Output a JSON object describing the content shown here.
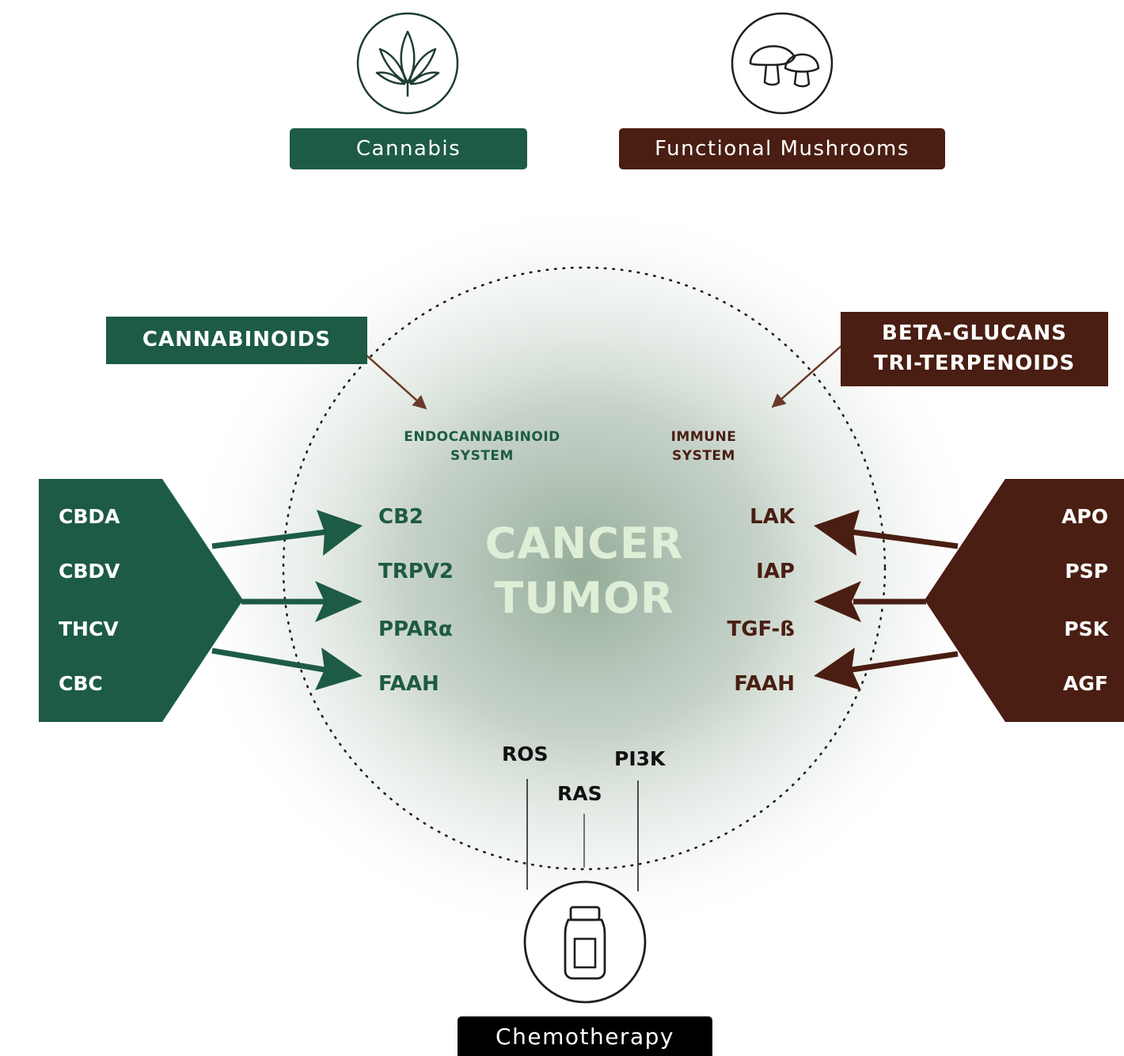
{
  "sources": {
    "cannabis": {
      "label": "Cannabis",
      "icon": "cannabis-leaf-icon",
      "color": "#1d5b45"
    },
    "mushrooms": {
      "label": "Functional Mushrooms",
      "icon": "mushroom-icon",
      "color": "#4a1e12"
    }
  },
  "compound_classes": {
    "left": "CANNABINOIDS",
    "right_lines": [
      "BETA-GLUCANS",
      "TRI-TERPENOIDS"
    ]
  },
  "systems": {
    "left_lines": [
      "ENDOCANNABINOID",
      "SYSTEM"
    ],
    "right_lines": [
      "IMMUNE",
      "SYSTEM"
    ]
  },
  "center": {
    "lines": [
      "CANCER",
      "TUMOR"
    ]
  },
  "left_compounds": [
    "CBDA",
    "CBDV",
    "THCV",
    "CBC"
  ],
  "right_compounds": [
    "APO",
    "PSP",
    "PSK",
    "AGF"
  ],
  "left_targets": [
    "CB2",
    "TRPV2",
    "PPARα",
    "FAAH"
  ],
  "right_targets": [
    "LAK",
    "IAP",
    "TGF-ß",
    "FAAH"
  ],
  "pathways": [
    "ROS",
    "RAS",
    "PI3K"
  ],
  "chemo": {
    "label": "Chemotherapy",
    "icon": "medicine-bottle-icon"
  },
  "colors": {
    "green": "#1d5b45",
    "brown": "#4a1e12",
    "black": "#000000",
    "glow": "#8fa894"
  }
}
